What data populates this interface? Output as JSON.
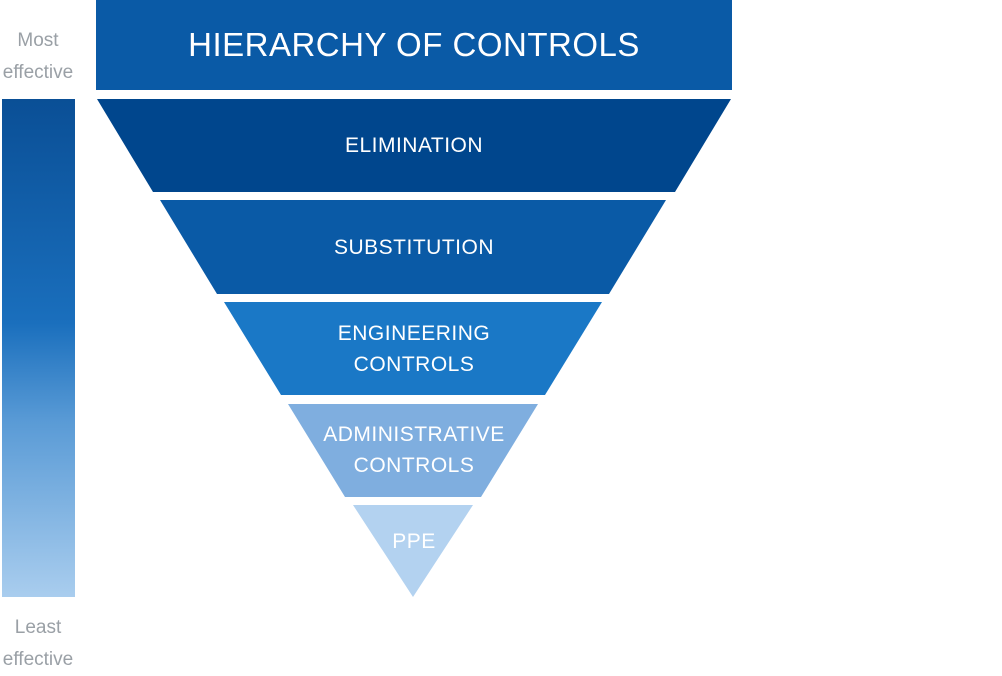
{
  "scale": {
    "top_line1": "Most",
    "top_line2": "effective",
    "bottom_line1": "Least",
    "bottom_line2": "effective"
  },
  "title": "HIERARCHY OF CONTROLS",
  "tiers": [
    {
      "line1": "ELIMINATION",
      "line2": "",
      "color": "#00468d"
    },
    {
      "line1": "SUBSTITUTION",
      "line2": "",
      "color": "#0a5aa6"
    },
    {
      "line1": "ENGINEERING",
      "line2": "CONTROLS",
      "color": "#1a78c6"
    },
    {
      "line1": "ADMINISTRATIVE",
      "line2": "CONTROLS",
      "color": "#7faedf"
    },
    {
      "line1": "PPE",
      "line2": "",
      "color": "#b3d2f0"
    }
  ],
  "colors": {
    "header": "#0a5aa6",
    "label_gray": "#9aa0a6"
  }
}
